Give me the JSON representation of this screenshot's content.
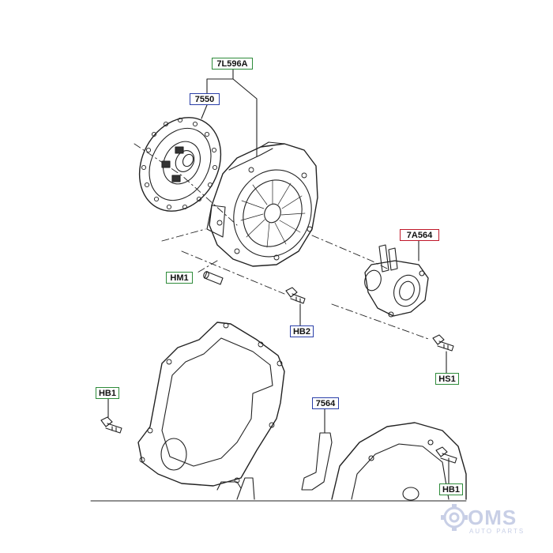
{
  "callouts": {
    "clutch_kit": "7L596A",
    "clutch_disc": "7550",
    "release_bearing": "7A564",
    "hm1": "HM1",
    "hb2": "HB2",
    "hs1": "HS1",
    "hb1_left": "HB1",
    "backing_plate": "7564",
    "hb1_right": "HB1"
  },
  "watermark": {
    "name": "OMS",
    "tagline": "AUTO PARTS"
  },
  "colors": {
    "green_tag": "#2e8b3a",
    "blue_tag": "#2a3fa8",
    "red_tag": "#c0182a",
    "line": "#222222",
    "watermark": "#c8cfe6"
  }
}
